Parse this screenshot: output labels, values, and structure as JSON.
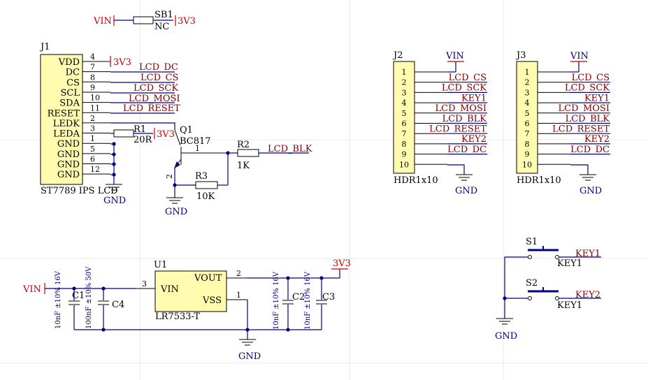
{
  "nets": {
    "vin": "VIN",
    "v33": "3V3",
    "gnd": "GND",
    "nc": "NC",
    "lcd_dc": "LCD_DC",
    "lcd_cs": "LCD_CS",
    "lcd_sck": "LCD_SCK",
    "lcd_mosi": "LCD_MOSI",
    "lcd_reset": "LCD_RESET",
    "lcd_blk": "LCD_BLK",
    "key1": "KEY1",
    "key2": "KEY2"
  },
  "sb1": {
    "designator": "SB1"
  },
  "j1": {
    "designator": "J1",
    "name": "ST7789 IPS LCD",
    "pins": [
      {
        "label": "VDD",
        "num": "4"
      },
      {
        "label": "DC",
        "num": "7"
      },
      {
        "label": "CS",
        "num": "8"
      },
      {
        "label": "SCL",
        "num": "9"
      },
      {
        "label": "SDA",
        "num": "10"
      },
      {
        "label": "RESET",
        "num": "11"
      },
      {
        "label": "LEDK",
        "num": "2"
      },
      {
        "label": "LEDA",
        "num": "3"
      },
      {
        "label": "GND",
        "num": "1"
      },
      {
        "label": "GND",
        "num": "5"
      },
      {
        "label": "GND",
        "num": "6"
      },
      {
        "label": "GND",
        "num": "12"
      }
    ]
  },
  "r1": {
    "designator": "R1",
    "value": "20R"
  },
  "r2": {
    "designator": "R2",
    "value": "1K"
  },
  "r3": {
    "designator": "R3",
    "value": "10K"
  },
  "q1": {
    "designator": "Q1",
    "part": "BC817",
    "pin_base": "1",
    "pin_emitter": "2"
  },
  "j2": {
    "designator": "J2",
    "name": "HDR1x10",
    "pins": [
      "1",
      "2",
      "3",
      "4",
      "5",
      "6",
      "7",
      "8",
      "9",
      "10"
    ],
    "nets": [
      "LCD_CS",
      "LCD_SCK",
      "KEY1",
      "LCD_MOSI",
      "LCD_BLK",
      "LCD_RESET",
      "KEY2",
      "LCD_DC"
    ]
  },
  "j3": {
    "designator": "J3",
    "name": "HDR1x10",
    "pins": [
      "1",
      "2",
      "3",
      "4",
      "5",
      "6",
      "7",
      "8",
      "9",
      "10"
    ],
    "nets": [
      "LCD_CS",
      "LCD_SCK",
      "KEY1",
      "LCD_MOSI",
      "LCD_BLK",
      "LCD_RESET",
      "KEY2",
      "LCD_DC"
    ]
  },
  "u1": {
    "designator": "U1",
    "part": "LR7533-T",
    "pin_vin": "VIN",
    "pin_vout": "VOUT",
    "pin_vss": "VSS",
    "num_vin": "3",
    "num_vout": "2",
    "num_vss": "1"
  },
  "caps": {
    "c1": {
      "designator": "C1",
      "value": "10nF ±10% 16V"
    },
    "c4": {
      "designator": "C4",
      "value": "100nF ±10% 50V"
    },
    "c2": {
      "designator": "C2",
      "value": "10nF ±10% 16V"
    },
    "c3": {
      "designator": "C3",
      "value": "10nF ±10% 16V"
    }
  },
  "s1": {
    "designator": "S1",
    "net_right": "KEY1",
    "net_under": "KEY1"
  },
  "s2": {
    "designator": "S2",
    "net_right": "KEY2",
    "net_under": "KEY1"
  }
}
